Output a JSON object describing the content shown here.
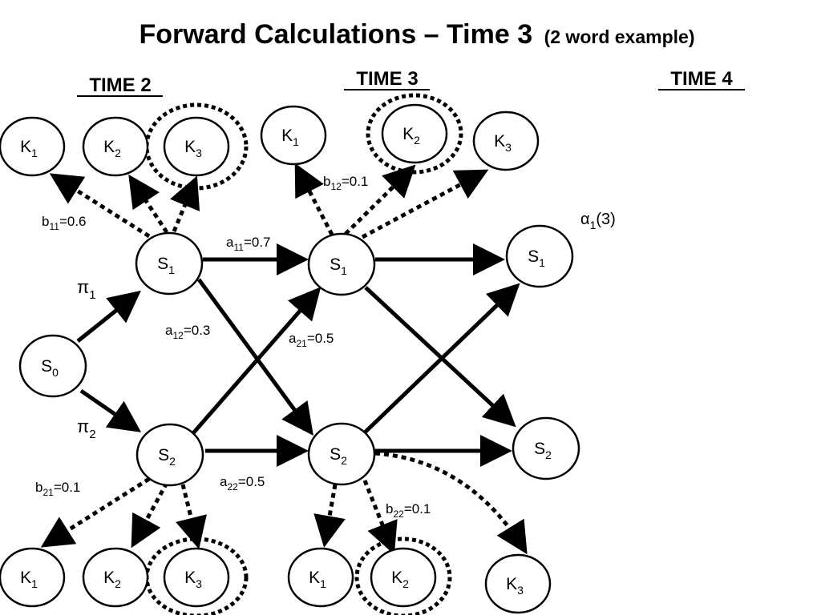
{
  "title": {
    "main": "Forward Calculations – Time 3",
    "sub": "(2 word example)"
  },
  "time_headers": [
    "TIME 2",
    "TIME 3",
    "TIME 4"
  ],
  "nodes": {
    "s0": {
      "base": "S",
      "sub": "0"
    },
    "s1": {
      "base": "S",
      "sub": "1"
    },
    "s2": {
      "base": "S",
      "sub": "2"
    },
    "k1": {
      "base": "K",
      "sub": "1"
    },
    "k2": {
      "base": "K",
      "sub": "2"
    },
    "k3": {
      "base": "K",
      "sub": "3"
    }
  },
  "labels": {
    "pi1": {
      "base": "π",
      "sub": "1",
      "after": ""
    },
    "pi2": {
      "base": "π",
      "sub": "2",
      "after": ""
    },
    "b11": {
      "base": "b",
      "sub": "11",
      "after": "=0.6"
    },
    "b12": {
      "base": "b",
      "sub": "12",
      "after": "=0.1"
    },
    "b21": {
      "base": "b",
      "sub": "21",
      "after": "=0.1"
    },
    "b22": {
      "base": "b",
      "sub": "22",
      "after": "=0.1"
    },
    "a11": {
      "base": "a",
      "sub": "11",
      "after": "=0.7"
    },
    "a12": {
      "base": "a",
      "sub": "12",
      "after": "=0.3"
    },
    "a21": {
      "base": "a",
      "sub": "21",
      "after": "=0.5"
    },
    "a22": {
      "base": "a",
      "sub": "22",
      "after": "=0.5"
    },
    "alpha": {
      "base": "α",
      "sub": "1",
      "after": "(3)"
    }
  }
}
